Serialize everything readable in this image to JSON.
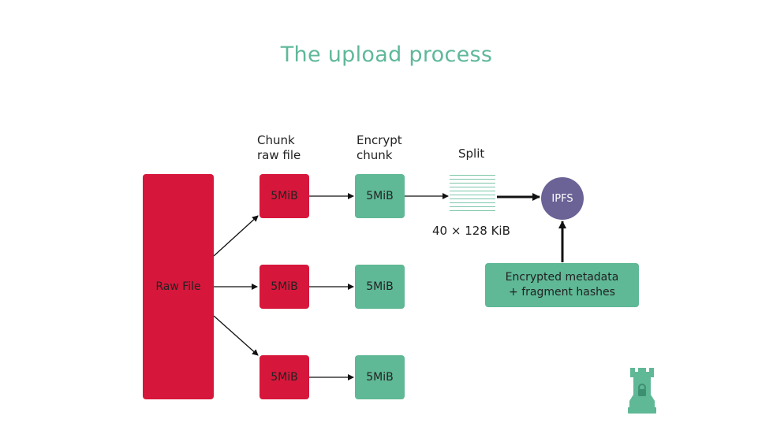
{
  "title": "The upload process",
  "labels": {
    "chunk_line1": "Chunk",
    "chunk_line2": "raw file",
    "encrypt_line1": "Encrypt",
    "encrypt_line2": "chunk",
    "split": "Split",
    "split_count": "40 × 128 KiB"
  },
  "raw_file": "Raw File",
  "chunk_label": "5MiB",
  "ipfs": "IPFS",
  "metadata": {
    "line1": "Encrypted metadata",
    "line2": "+ fragment hashes"
  },
  "colors": {
    "title": "#5fb89a",
    "raw": "#d6173b",
    "encrypted": "#5fb896",
    "ipfs": "#6b6296"
  },
  "logo_icon": "rook-lock-icon"
}
